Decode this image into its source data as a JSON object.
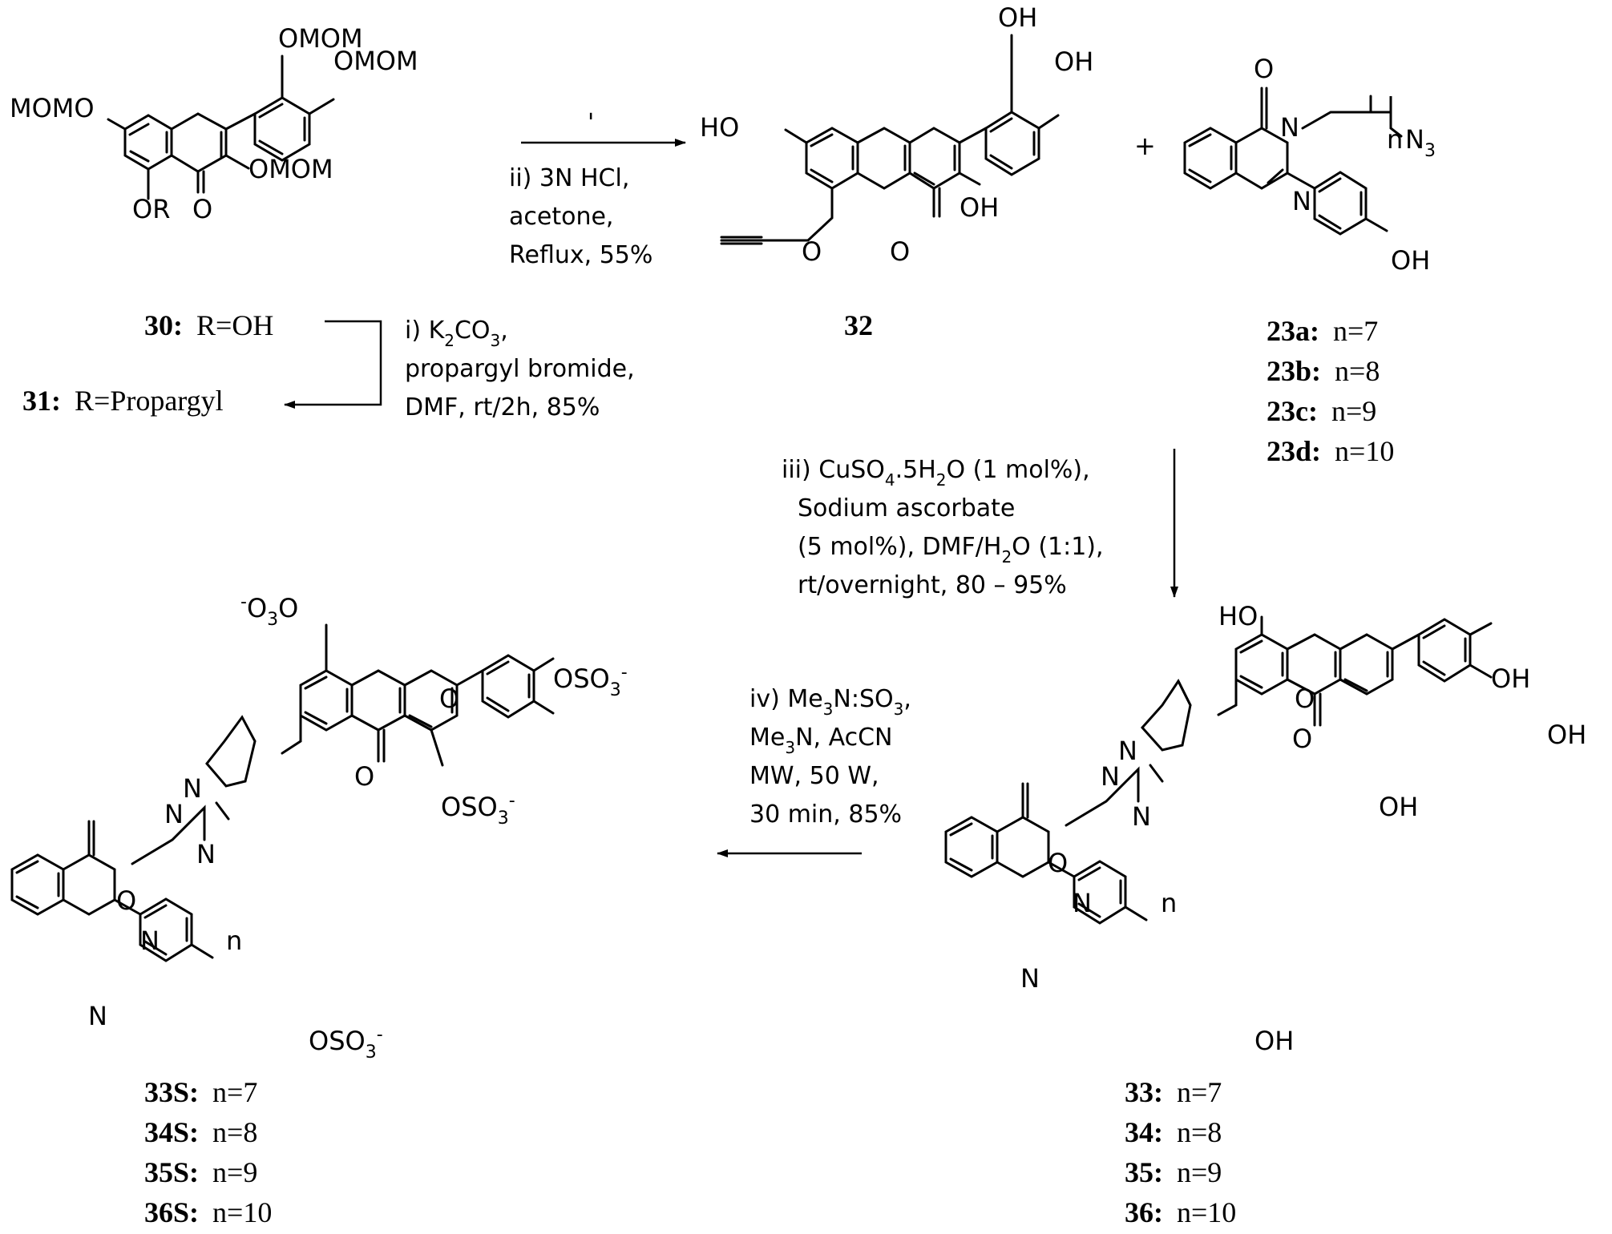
{
  "compounds": {
    "c30_31": {
      "substituents": [
        "OMOM",
        "OMOM",
        "MOMO",
        "OMOM",
        "OR",
        "O"
      ],
      "labels": [
        {
          "id": "30:",
          "text": "R=OH"
        },
        {
          "id": "31:",
          "text": "R=Propargyl"
        }
      ]
    },
    "c32": {
      "substituents": [
        "OH",
        "OH",
        "HO",
        "OH",
        "O",
        "O"
      ],
      "label": "32"
    },
    "plus": "+",
    "c23": {
      "substituents": [
        "O",
        "N",
        "N",
        "N",
        "n",
        "OH"
      ],
      "labels": [
        {
          "id": "23a:",
          "text": "n=7"
        },
        {
          "id": "23b:",
          "text": "n=8"
        },
        {
          "id": "23c:",
          "text": "n=9"
        },
        {
          "id": "23d:",
          "text": "n=10"
        }
      ]
    },
    "c33_36": {
      "substituents": [
        "HO",
        "OH",
        "OH",
        "O",
        "OH",
        "O",
        "N",
        "N",
        "N",
        "O",
        "N",
        "N",
        "n",
        "OH"
      ],
      "labels": [
        {
          "id": "33:",
          "text": "n=7"
        },
        {
          "id": "34:",
          "text": "n=8"
        },
        {
          "id": "35:",
          "text": "n=9"
        },
        {
          "id": "36:",
          "text": "n=10"
        }
      ]
    },
    "c33S_36S": {
      "substituents": [
        "O",
        "OSO",
        "O",
        "O",
        "OSO",
        "N",
        "N",
        "N",
        "O",
        "N",
        "N",
        "n",
        "OSO"
      ],
      "labels": [
        {
          "id": "33S:",
          "text": "n=7"
        },
        {
          "id": "34S:",
          "text": "n=8"
        },
        {
          "id": "35S:",
          "text": "n=9"
        },
        {
          "id": "36S:",
          "text": "n=10"
        }
      ]
    }
  },
  "conditions": {
    "step_top_mark": "'",
    "step_ii": [
      "ii) 3N HCl,",
      "acetone,",
      "Reflux, 55%"
    ],
    "step_i": [
      "i) K",
      "propargyl  bromide,",
      "DMF, rt/2h, 85%"
    ],
    "step_iii": [
      "iii) CuSO",
      "Sodium ascorbate",
      "(5 mol%), DMF/H",
      "rt/overnight, 80 – 95%"
    ],
    "step_iv": [
      "iv) Me",
      "Me",
      "MW, 50 W,",
      "30 min, 85%"
    ]
  }
}
